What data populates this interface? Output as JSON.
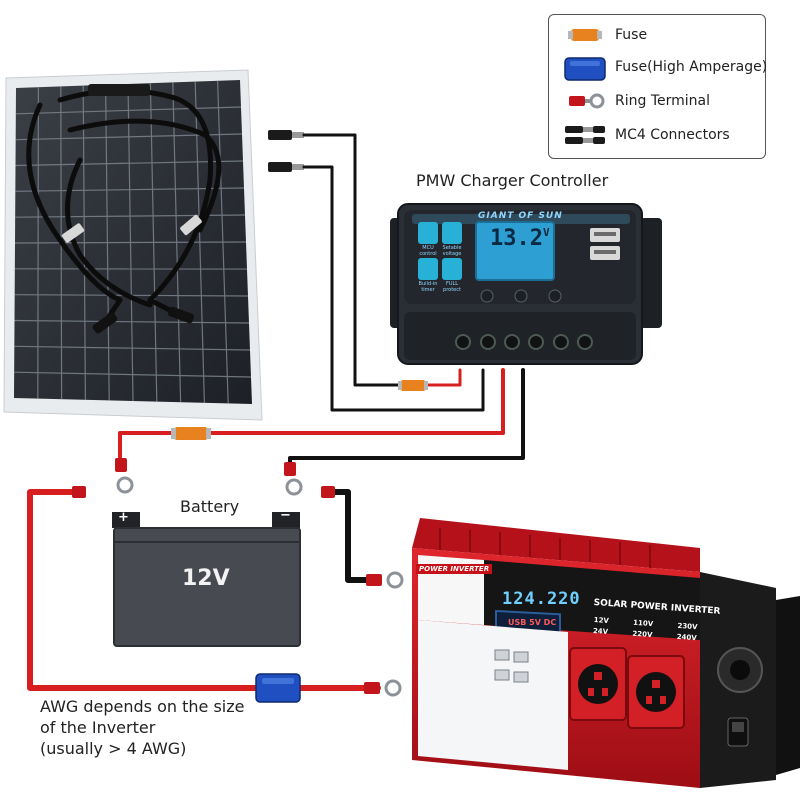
{
  "legend": {
    "items": [
      {
        "label": "Fuse",
        "icon": "fuse-icon"
      },
      {
        "label": "Fuse(High Amperage)",
        "icon": "high-amperage-fuse-icon"
      },
      {
        "label": "Ring Terminal",
        "icon": "ring-terminal-icon"
      },
      {
        "label": "MC4 Connectors",
        "icon": "mc4-connector-icon"
      }
    ]
  },
  "controller": {
    "title": "PMW Charger Controller",
    "brand": "GIANT OF SUN",
    "display": "13.2",
    "unit": "V",
    "left_buttons": [
      "MCU control",
      "Setable voltage",
      "Build-in timer",
      "FULL protect"
    ]
  },
  "battery": {
    "title": "Battery",
    "voltage": "12V",
    "plus": "+",
    "minus": "−"
  },
  "inverter": {
    "brand": "POWER INVERTER",
    "display": "124.220",
    "title": "SOLAR POWER INVERTER",
    "usb_label": "USB 5V DC",
    "voltages": [
      "12V",
      "110V",
      "230V",
      "24V",
      "220V",
      "240V"
    ]
  },
  "note": {
    "line1": "AWG depends on the size",
    "line2": "of the Inverter",
    "line3": "(usually  > 4 AWG)"
  },
  "colors": {
    "red_wire": "#d81f1f",
    "black_wire": "#111111",
    "fuse_orange": "#e8821e",
    "fuse_blue": "#1f4fc0",
    "controller_body": "#2a2f36",
    "inverter_red": "#c8121a"
  }
}
